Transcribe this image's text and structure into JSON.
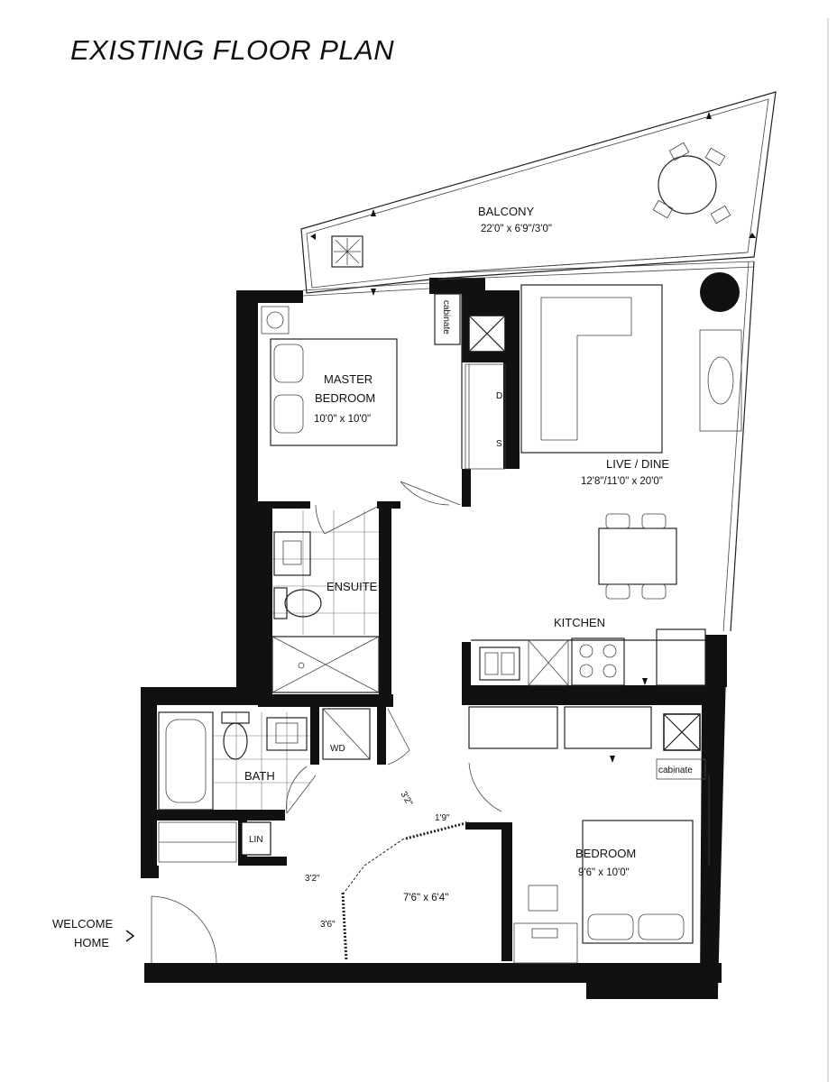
{
  "title": "EXISTING FLOOR PLAN",
  "rooms": {
    "balcony": {
      "name": "BALCONY",
      "size": "22'0\" x 6'9\"/3'0\""
    },
    "master_bedroom": {
      "name_line1": "MASTER",
      "name_line2": "BEDROOM",
      "size": "10'0\" x 10'0\""
    },
    "live_dine": {
      "name": "LIVE / DINE",
      "size": "12'8\"/11'0\" x 20'0\""
    },
    "ensuite": {
      "name": "ENSUITE"
    },
    "kitchen": {
      "name": "KITCHEN"
    },
    "bath": {
      "name": "BATH"
    },
    "bedroom": {
      "name": "BEDROOM",
      "size": "9'6\" x 10'0\""
    },
    "den": {
      "size": "7'6\" x 6'4\""
    }
  },
  "fixtures": {
    "cabinet_top": "cabinate",
    "cabinet_right": "cabinate",
    "washer_dryer": "WD",
    "linen": "LIN",
    "dishwasher": "D",
    "sink": "S"
  },
  "dimensions": {
    "hall_width": "3'2\"",
    "pillar_gap": "1'9\"",
    "entry_width": "3'2\"",
    "entry_depth": "3'6\""
  },
  "entry": {
    "line1": "WELCOME",
    "line2": "HOME"
  }
}
